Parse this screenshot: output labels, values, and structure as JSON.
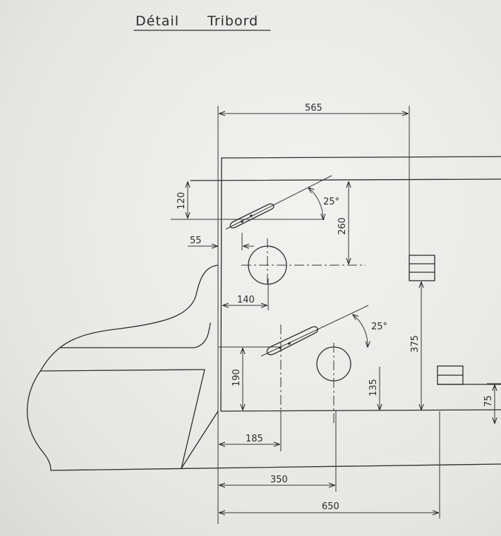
{
  "title_left": "Détail",
  "title_right": "Tribord",
  "dimensions": {
    "d565": "565",
    "d120": "120",
    "d260": "260",
    "d55": "55",
    "d140": "140",
    "d190": "190",
    "d135": "135",
    "d375": "375",
    "d75": "75",
    "d185": "185",
    "d350": "350",
    "d650": "650",
    "angle_upper": "25°",
    "angle_lower": "25°"
  }
}
